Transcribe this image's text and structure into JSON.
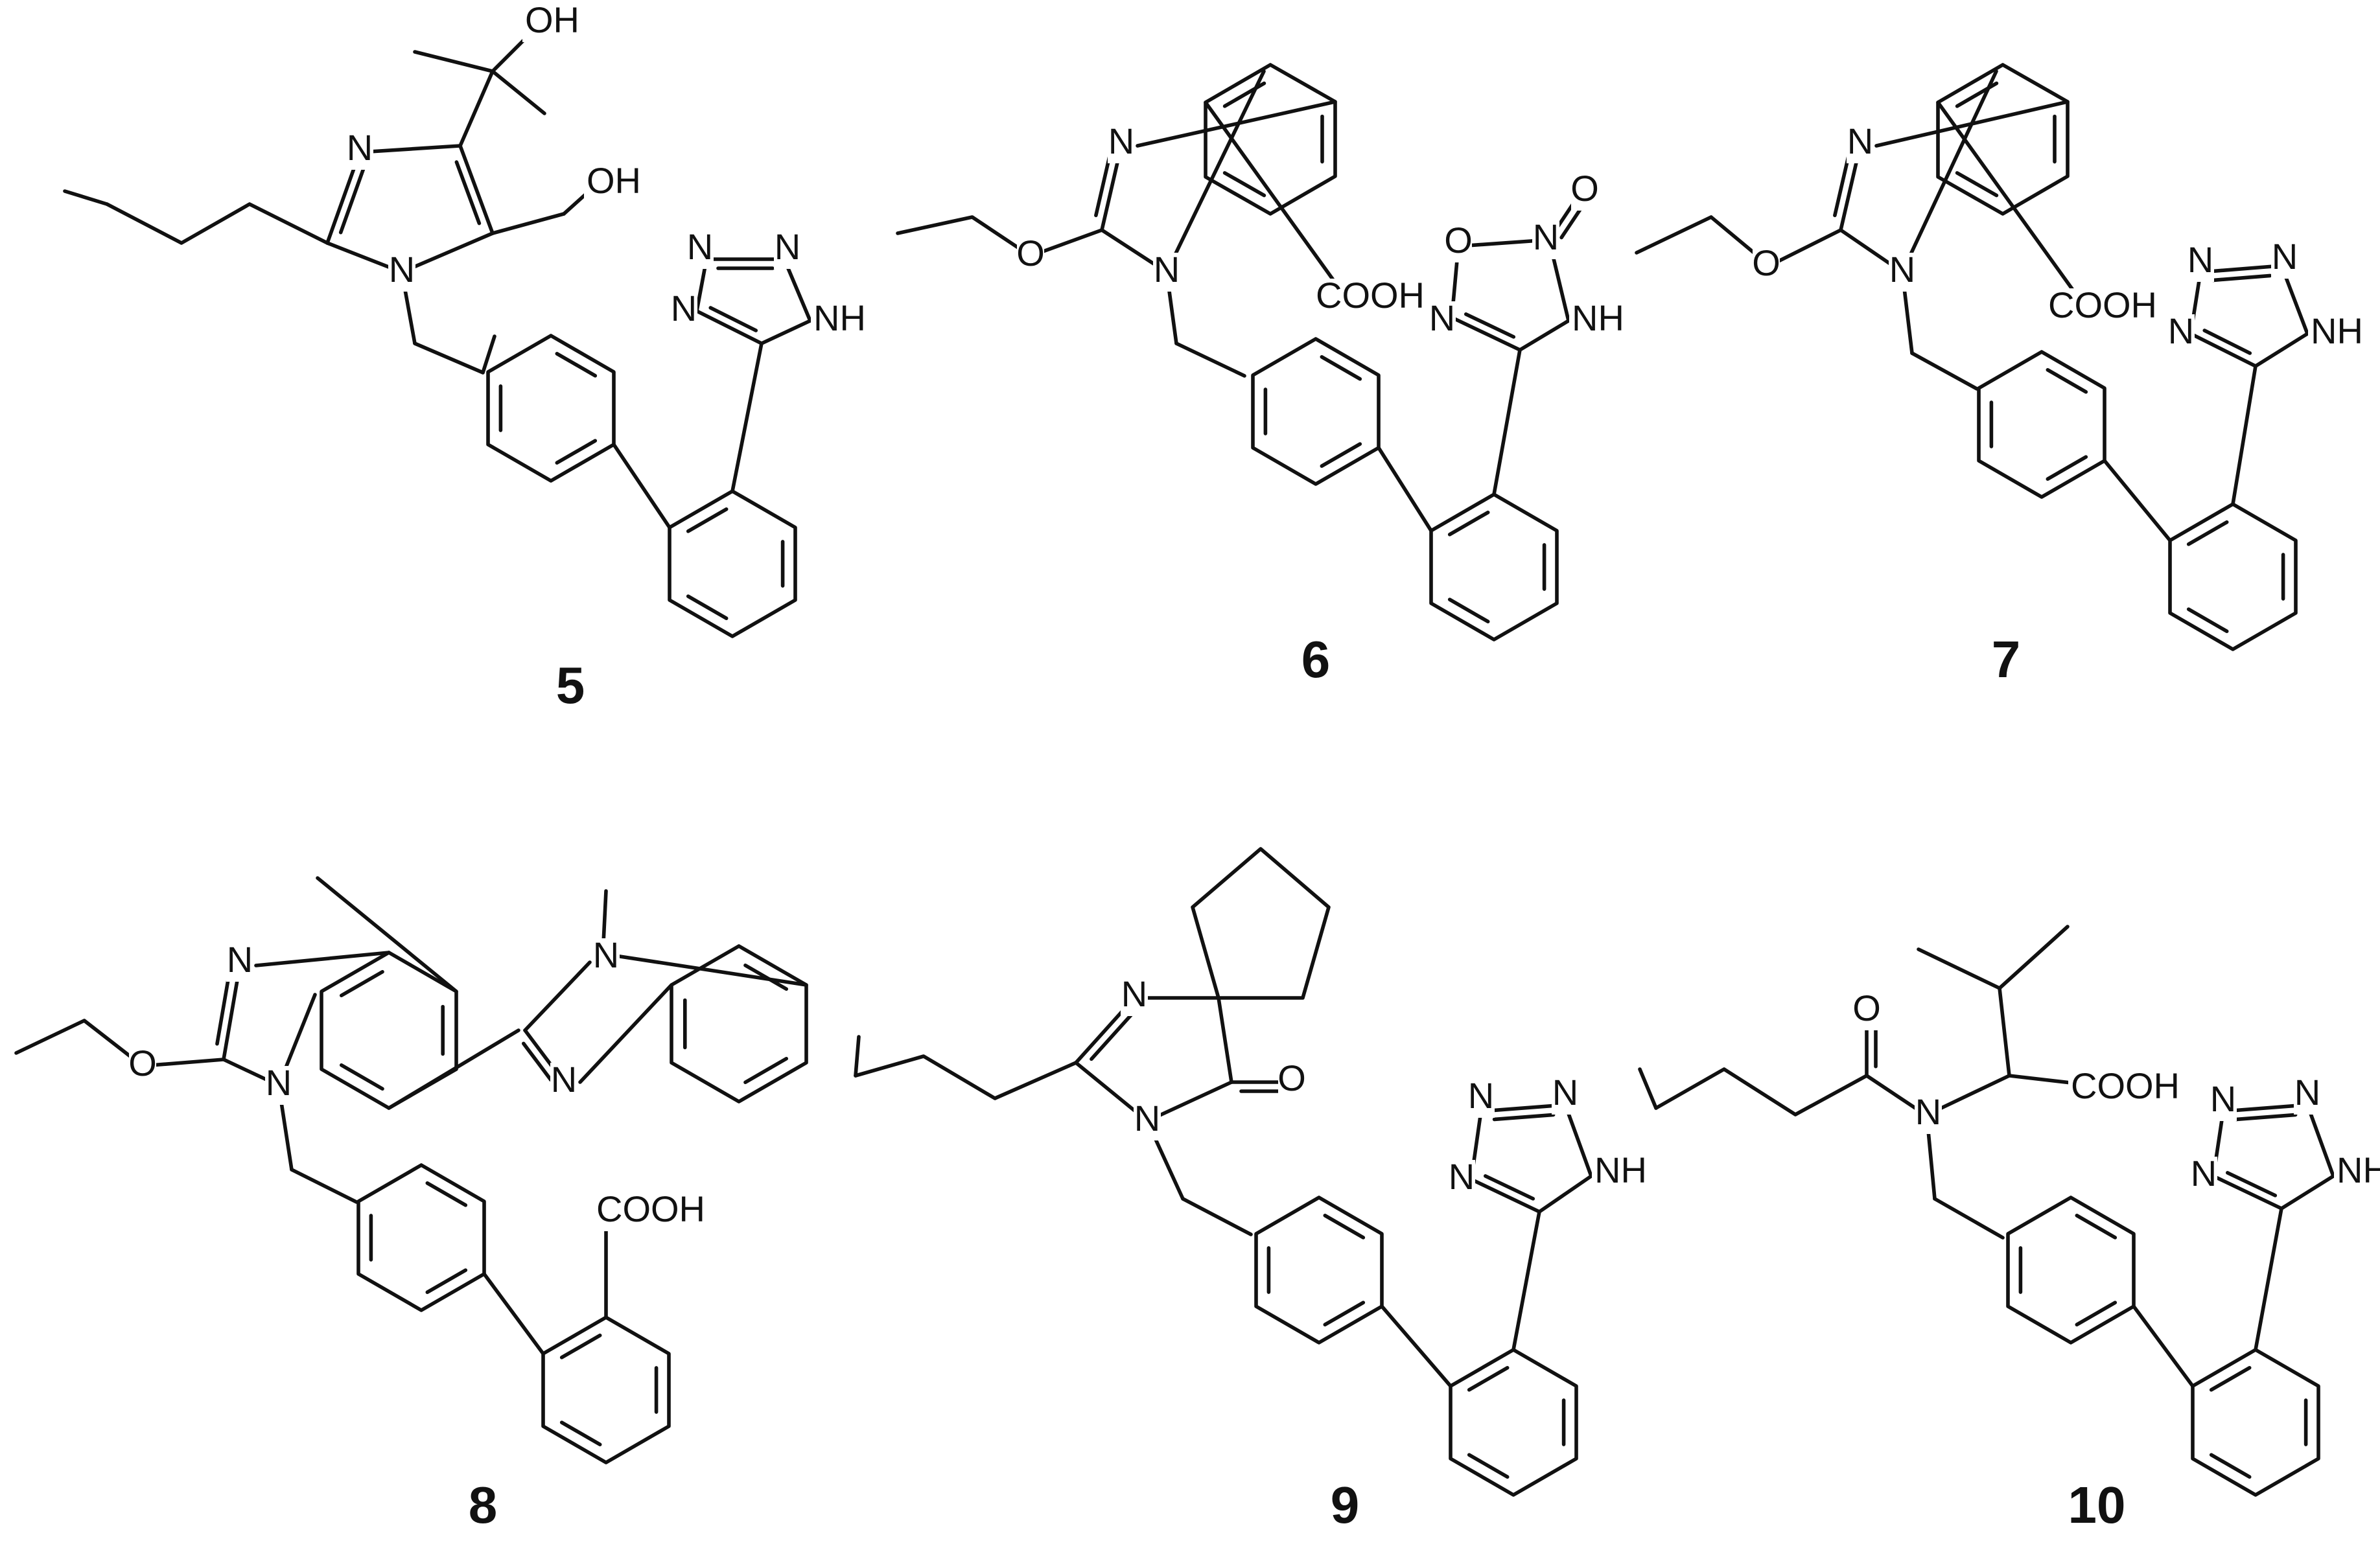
{
  "structures": [
    {
      "number": "5",
      "labels": [
        "OH",
        "N",
        "OH",
        "N",
        "N",
        "N",
        "N",
        "NH"
      ]
    },
    {
      "number": "6",
      "labels": [
        "N",
        "O",
        "N",
        "COOH",
        "O",
        "N",
        "O",
        "N",
        "NH"
      ]
    },
    {
      "number": "7",
      "labels": [
        "N",
        "O",
        "N",
        "COOH",
        "N",
        "N",
        "N",
        "NH"
      ]
    },
    {
      "number": "8",
      "labels": [
        "N",
        "O",
        "N",
        "N",
        "N",
        "COOH"
      ]
    },
    {
      "number": "9",
      "labels": [
        "N",
        "N",
        "O",
        "N",
        "N",
        "N",
        "NH"
      ]
    },
    {
      "number": "10",
      "labels": [
        "O",
        "N",
        "COOH",
        "N",
        "N",
        "N",
        "NH"
      ]
    }
  ]
}
